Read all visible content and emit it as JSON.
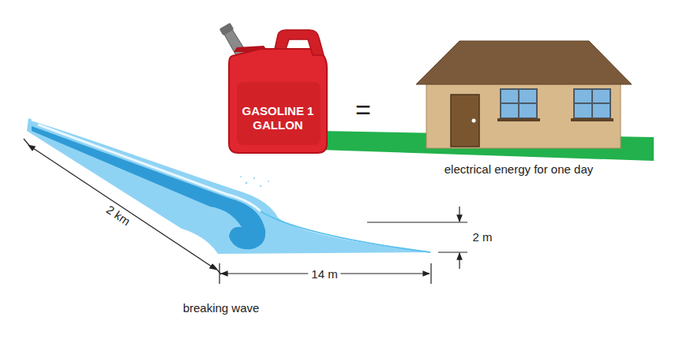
{
  "diagram": {
    "nodes": [
      {
        "text": [
          "GASOLINE 1 GALLON"
        ]
      }
    ],
    "labels": [
      "=",
      "electrical energy for one day",
      "2 km",
      "14 m",
      "2 m",
      "breaking wave"
    ]
  }
}
